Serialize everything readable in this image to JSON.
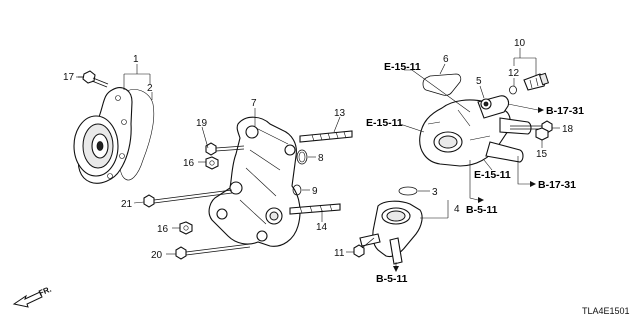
{
  "callouts": {
    "n1": "1",
    "n2": "2",
    "n3": "3",
    "n4": "4",
    "n5": "5",
    "n6": "6",
    "n7": "7",
    "n8": "8",
    "n9": "9",
    "n10": "10",
    "n11": "11",
    "n12": "12",
    "n13": "13",
    "n14": "14",
    "n15": "15",
    "n16a": "16",
    "n16b": "16",
    "n17": "17",
    "n18": "18",
    "n19": "19",
    "n20": "20",
    "n21": "21"
  },
  "references": {
    "e15_top": "E-15-11",
    "e15_left": "E-15-11",
    "e15_right": "E-15-11",
    "b17_upper": "B-17-31",
    "b17_lower": "B-17-31",
    "b5_right": "B-5-11",
    "b5_bottom": "B-5-11"
  },
  "direction": {
    "label": "FR."
  },
  "diagram_code": "TLA4E1501"
}
